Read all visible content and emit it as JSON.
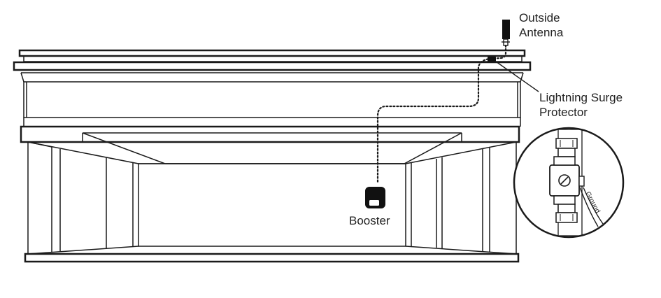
{
  "diagram": {
    "labels": {
      "outside_antenna": [
        "Outside",
        "Antenna"
      ],
      "surge_protector": [
        "Lightning Surge",
        "Protector"
      ],
      "booster": "Booster",
      "ground": "Ground"
    },
    "colors": {
      "stroke": "#1a1a1a",
      "fill": "#ffffff",
      "text": "#222222",
      "booster_fill": "#111111"
    }
  }
}
